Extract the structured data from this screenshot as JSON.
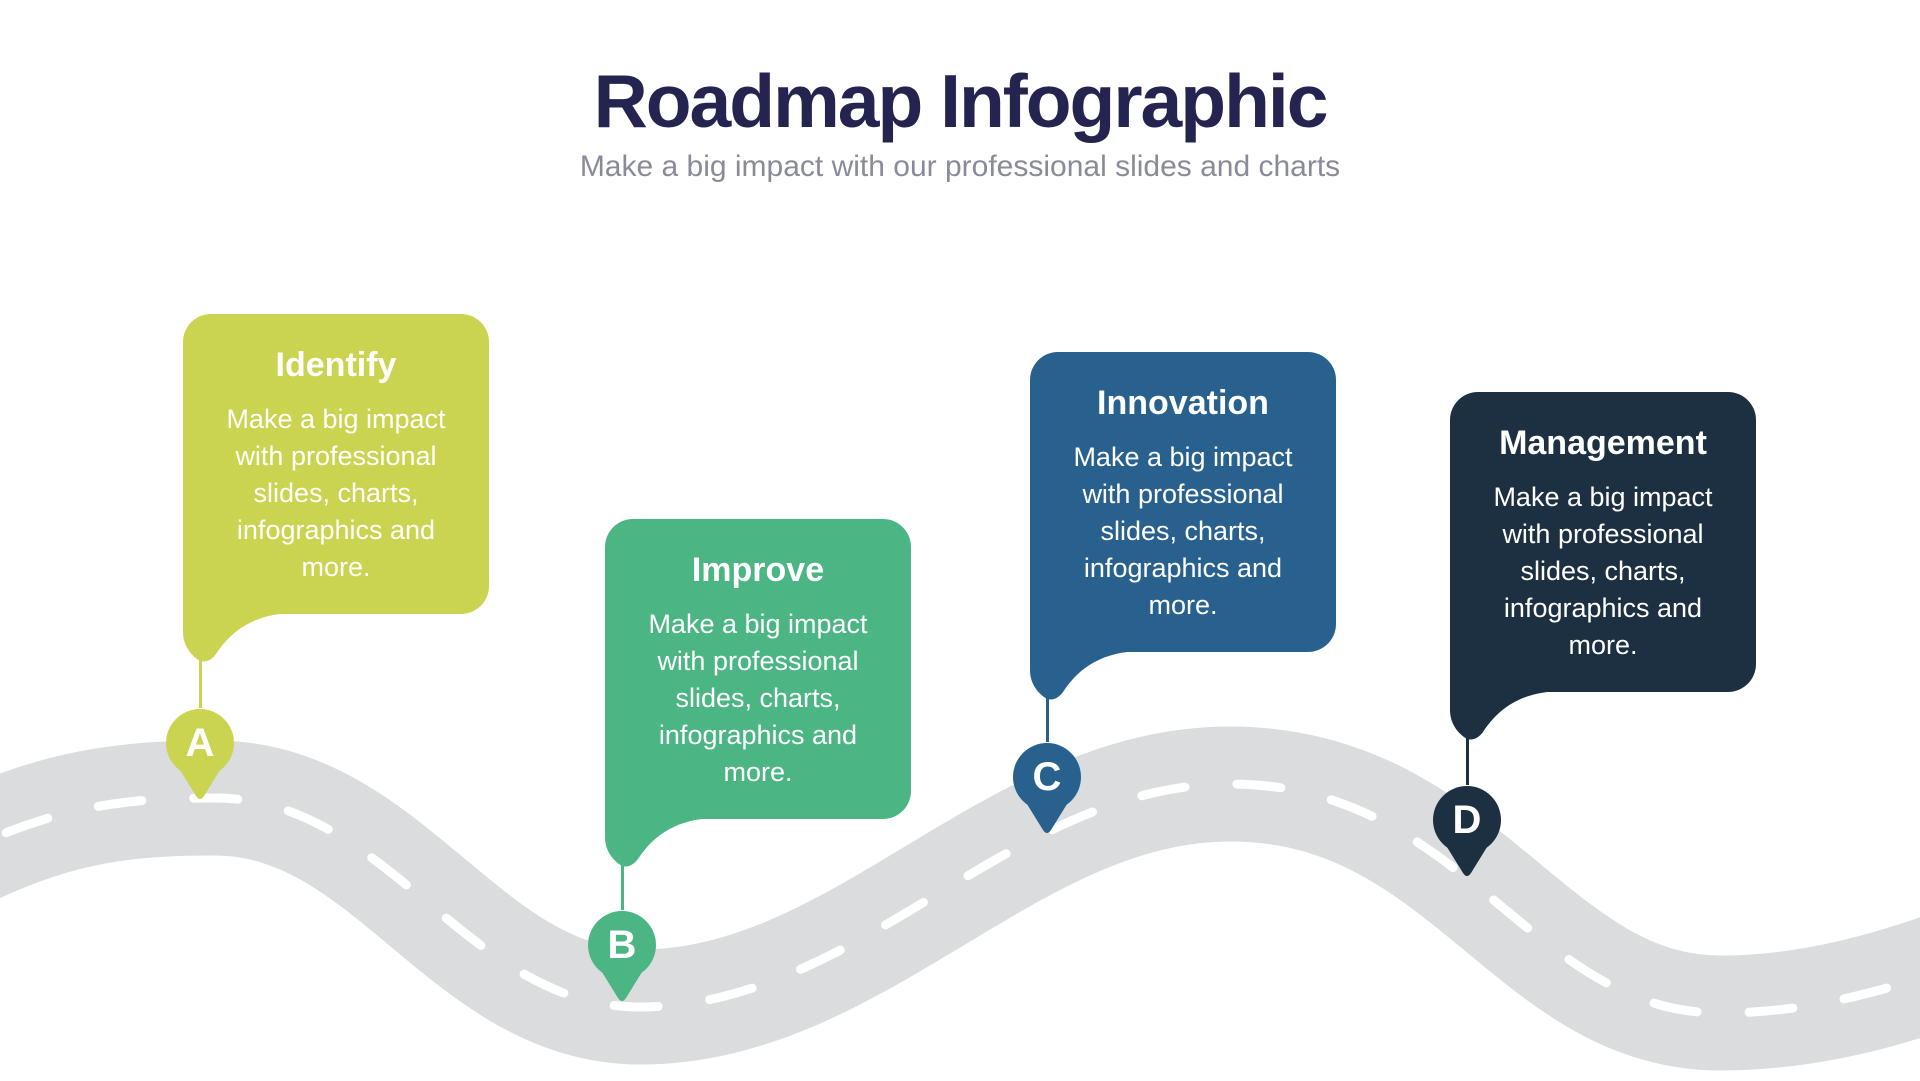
{
  "header": {
    "title": "Roadmap Infographic",
    "subtitle": "Make a big impact with our professional slides and charts",
    "title_color": "#252450",
    "subtitle_color": "#8A8B99"
  },
  "road": {
    "color": "#DBDCDE",
    "dash_color": "#FFFFFF"
  },
  "steps": [
    {
      "label": "A",
      "title": "Identify",
      "description": "Make a big impact with professional slides, charts, infographics and more.",
      "color": "#CBD451"
    },
    {
      "label": "B",
      "title": "Improve",
      "description": "Make a big impact with professional slides, charts, infographics and more.",
      "color": "#4BB584"
    },
    {
      "label": "C",
      "title": "Innovation",
      "description": "Make a big impact with professional slides, charts, infographics and more.",
      "color": "#29618E"
    },
    {
      "label": "D",
      "title": "Management",
      "description": "Make a big impact with professional slides, charts, infographics and more.",
      "color": "#1C3041"
    }
  ]
}
